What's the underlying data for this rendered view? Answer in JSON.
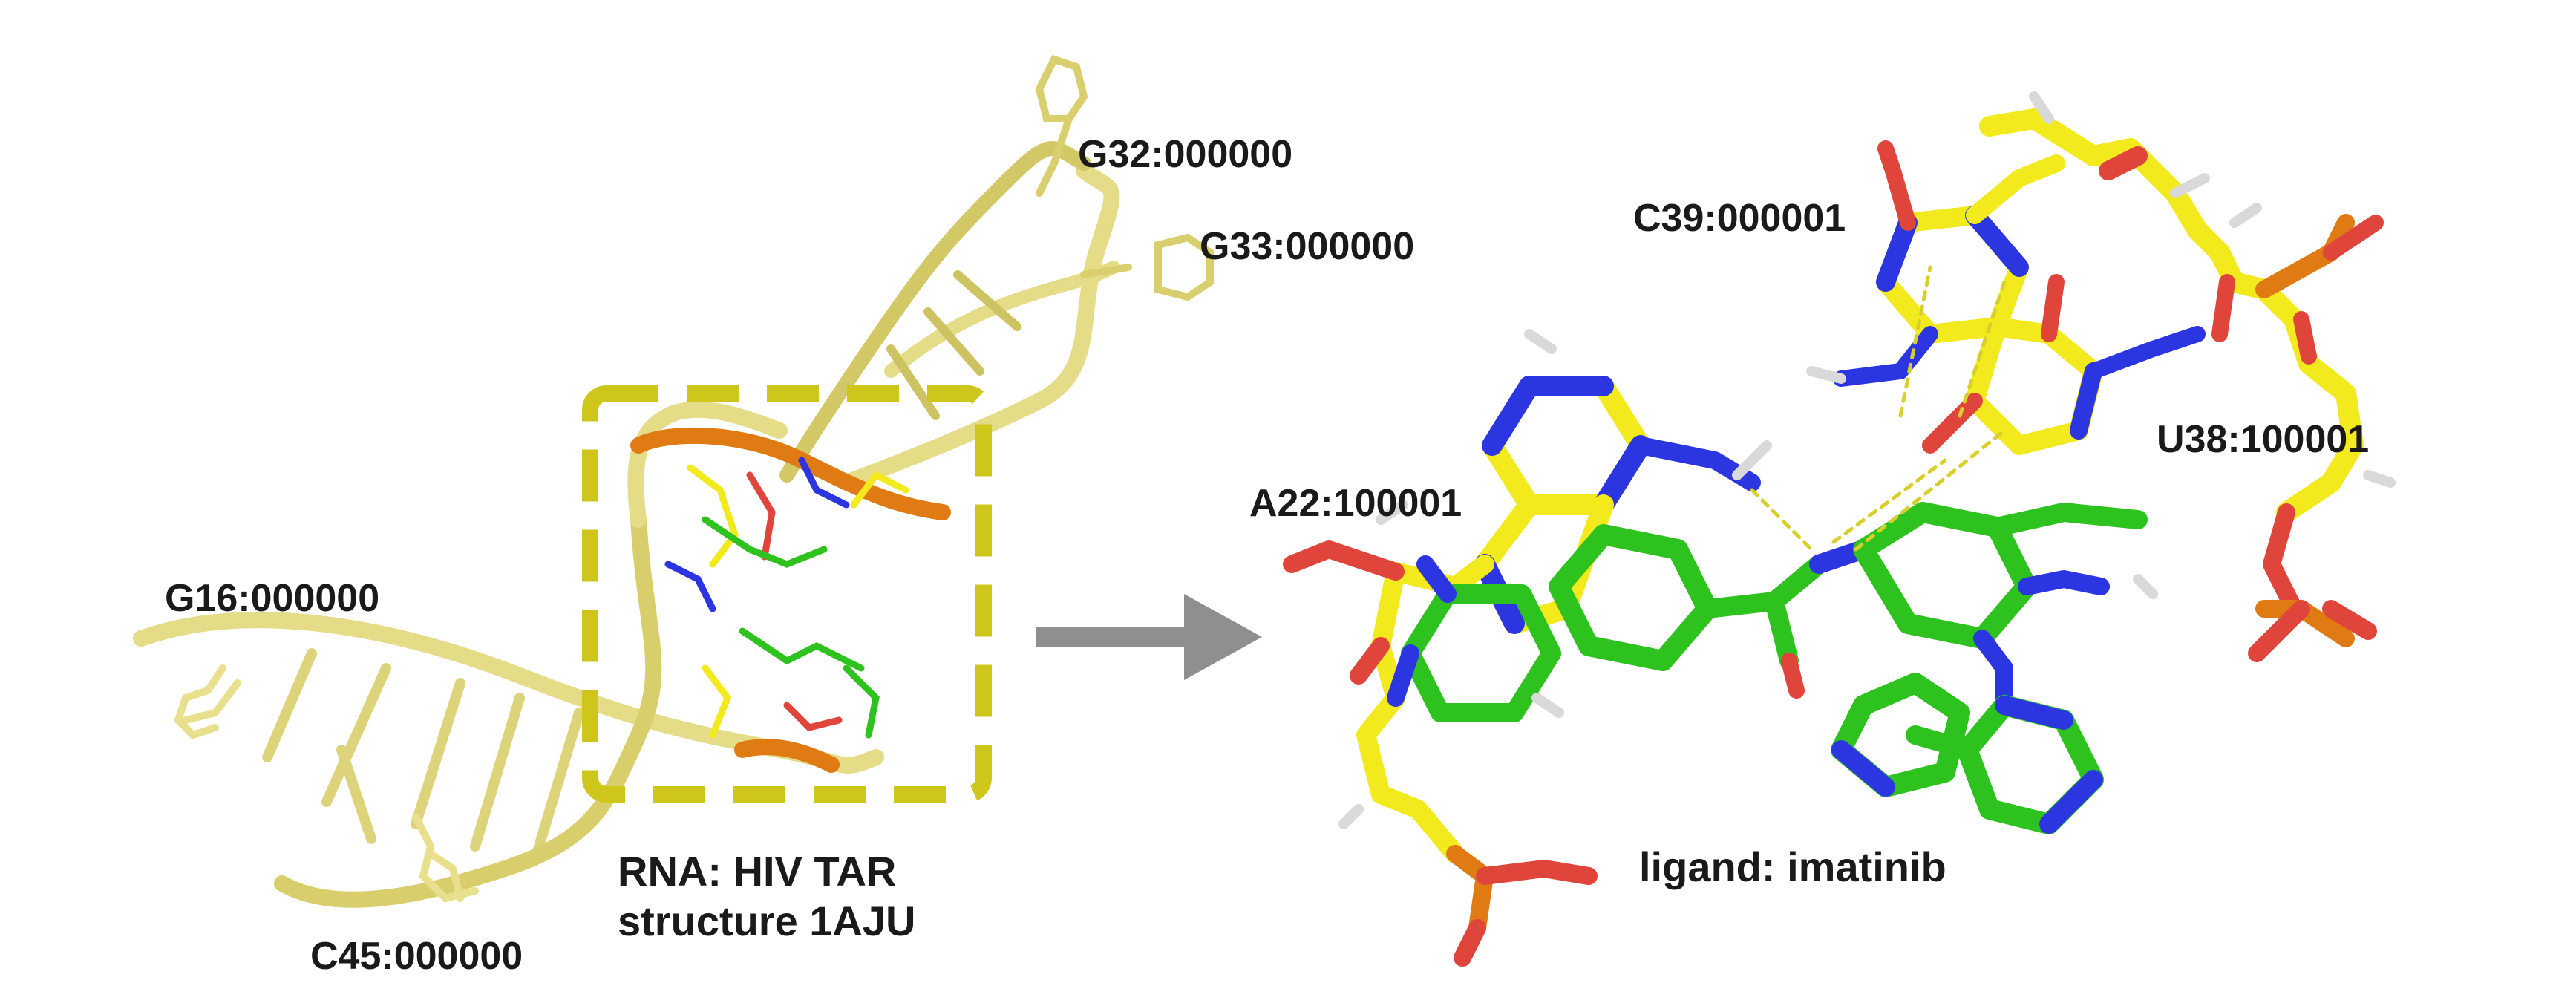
{
  "left_panel": {
    "caption_line1": "RNA: HIV TAR",
    "caption_line2": "structure 1AJU",
    "residue_labels": {
      "g32": "G32:000000",
      "g33": "G33:000000",
      "g16": "G16:000000",
      "c45": "C45:000000"
    }
  },
  "right_panel": {
    "caption": "ligand: imatinib",
    "residue_labels": {
      "c39": "C39:000001",
      "a22": "A22:100001",
      "u38": "U38:100001"
    }
  },
  "colors": {
    "rna_backbone": "#e4dc86",
    "rna_backbone_dark": "#c9bf5a",
    "highlight_box": "#cfc61b",
    "carbon_yellow": "#f2ea1c",
    "carbon_green": "#2ec21e",
    "nitrogen": "#2b35e0",
    "oxygen": "#e0453c",
    "phosphorus": "#e07a12",
    "hydrogen": "#d9d9d9",
    "arrow": "#8f8f8f",
    "hbond": "#d8cf2a"
  }
}
